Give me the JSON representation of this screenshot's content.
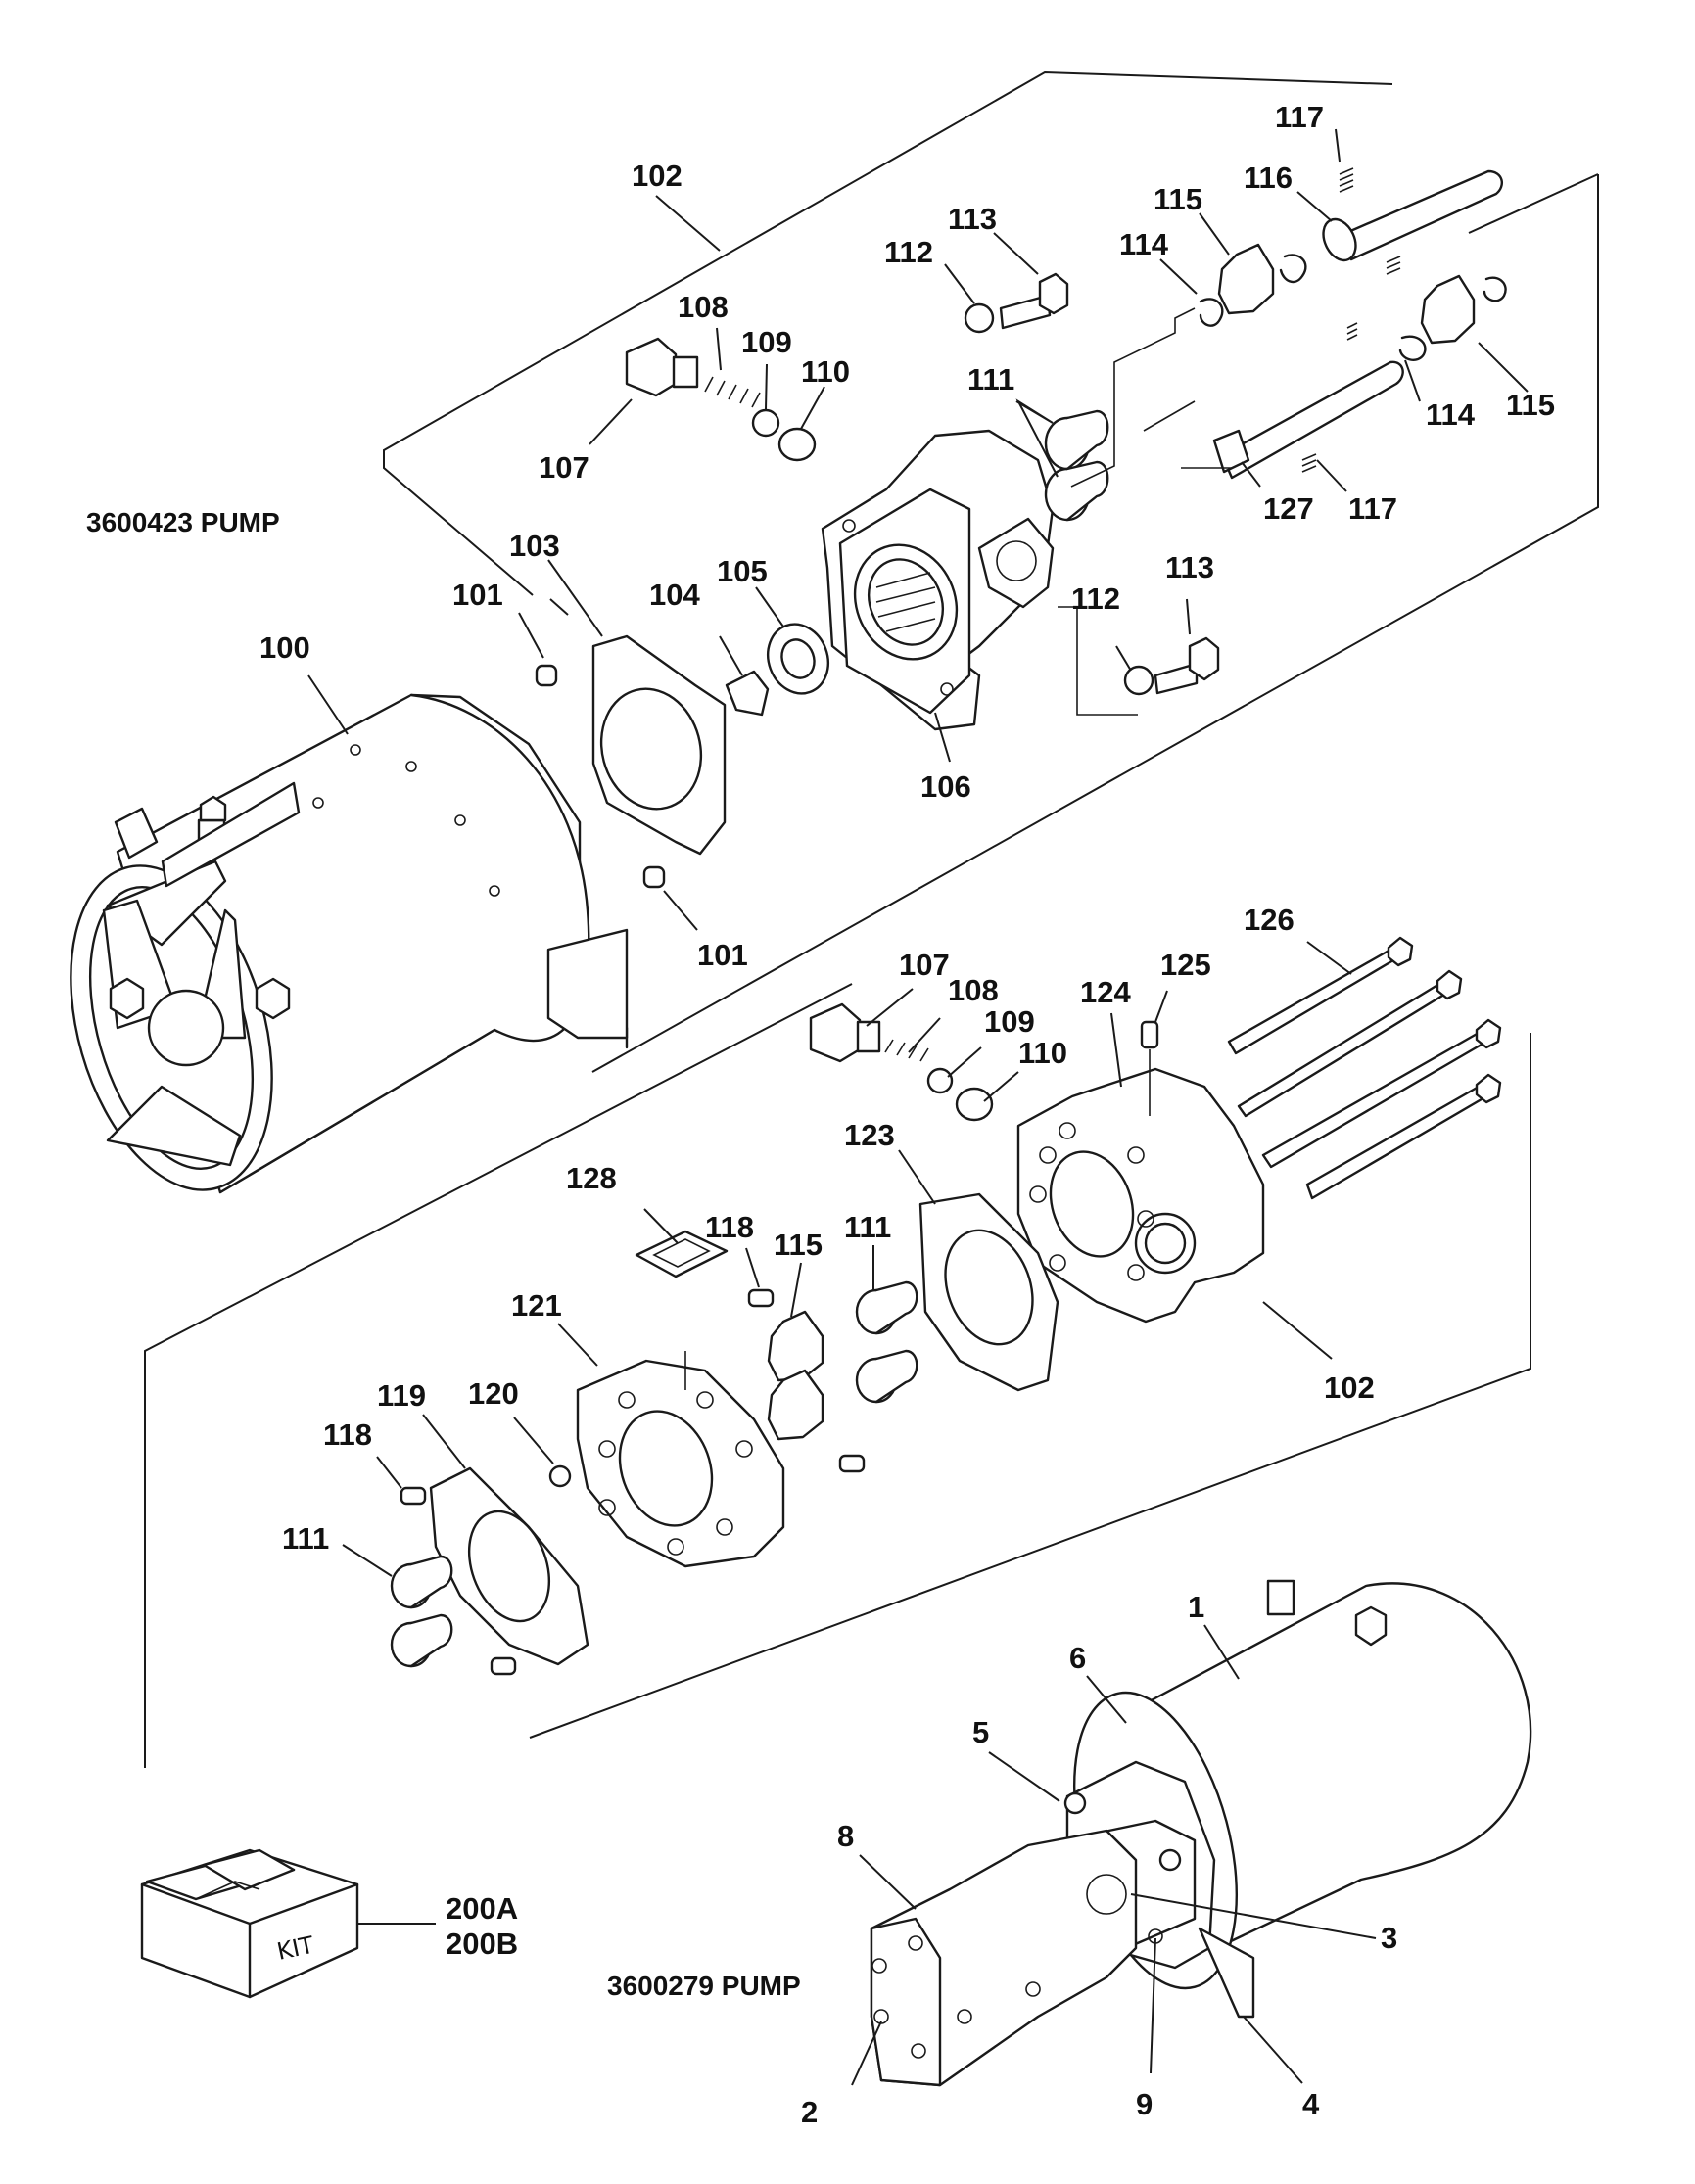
{
  "assemblies": {
    "upper_pump": "3600423 PUMP",
    "lower_pump": "3600279 PUMP"
  },
  "kit": {
    "box_label": "KIT",
    "part_a": "200A",
    "part_b": "200B"
  },
  "callouts": {
    "c117a": "117",
    "c102a": "102",
    "c116": "116",
    "c113a": "113",
    "c115a": "115",
    "c112a": "112",
    "c114a": "114",
    "c108a": "108",
    "c109a": "109",
    "c110a": "110",
    "c111a": "111",
    "c114b": "114",
    "c115b": "115",
    "c107a": "107",
    "c127": "127",
    "c117b": "117",
    "c103": "103",
    "c105": "105",
    "c113b": "113",
    "c101a": "101",
    "c104": "104",
    "c112b": "112",
    "c100": "100",
    "c106": "106",
    "c101b": "101",
    "c126": "126",
    "c107b": "107",
    "c125": "125",
    "c108b": "108",
    "c124": "124",
    "c109b": "109",
    "c110b": "110",
    "c123": "123",
    "c128": "128",
    "c118a": "118",
    "c115c": "115",
    "c111b": "111",
    "c121": "121",
    "c102b": "102",
    "c119": "119",
    "c120": "120",
    "c118b": "118",
    "c111c": "111",
    "c1": "1",
    "c6": "6",
    "c5": "5",
    "c8": "8",
    "c3": "3",
    "c4": "4",
    "c2": "2",
    "c9": "9"
  },
  "colors": {
    "ink": "#1a1a1a",
    "paper": "#ffffff"
  }
}
